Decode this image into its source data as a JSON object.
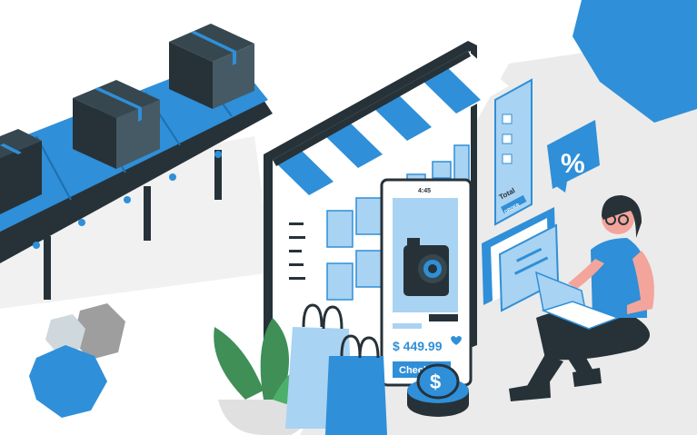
{
  "product": {
    "price": "$ 449.99",
    "checkout_label": "Checkout",
    "time_display": "4:45"
  },
  "receipt": {
    "total_label": "Total",
    "order_label": "ORDER"
  },
  "discount_tag": {
    "symbol": "%"
  },
  "coin": {
    "symbol": "$"
  },
  "colors": {
    "accent_blue": "#2f8fd8",
    "light_blue": "#a9d3f2",
    "dark": "#263238",
    "floor": "#ebebeb",
    "skin": "#f3a59b",
    "leaf_green": "#3f8f57"
  },
  "icons": [
    "camera-icon",
    "shopping-bag-icon",
    "coin-icon",
    "percent-tag-icon",
    "credit-card-icon",
    "conveyor-box-icon",
    "laptop-icon",
    "heart-icon",
    "cart-icon"
  ]
}
